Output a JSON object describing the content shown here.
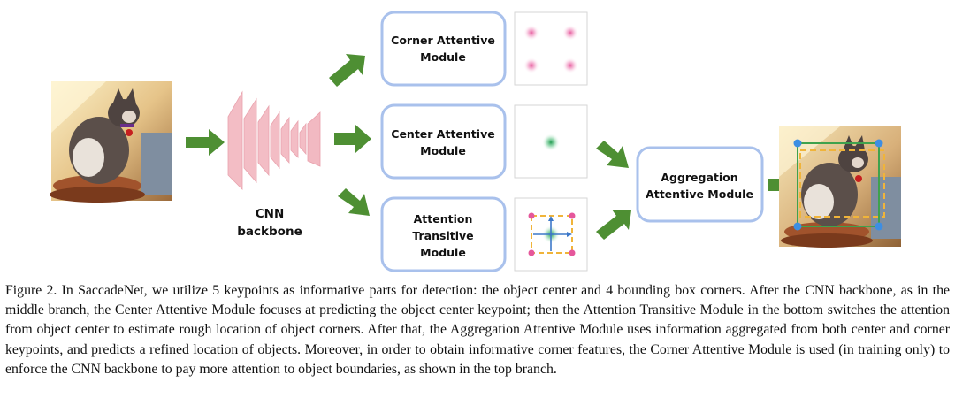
{
  "diagram": {
    "cnn_label_line1": "CNN",
    "cnn_label_line2": "backbone",
    "modules": {
      "corner": [
        "Corner Attentive",
        "Module"
      ],
      "center": [
        "Center Attentive",
        "Module"
      ],
      "transitive": [
        "Attention",
        "Transitive",
        "Module"
      ],
      "aggregation": [
        "Aggregation",
        "Attentive Module"
      ]
    },
    "colors": {
      "module_border": "#a9c1ec",
      "arrow": "#4e8f33",
      "cnn_layers": "#f2b6bf",
      "corner_keypoint": "#e5579b",
      "center_keypoint": "#2ea35a",
      "box_dashed": "#f0b43a",
      "refined_box": "#3fa24d",
      "corner_dot": "#3d8ee3"
    }
  },
  "caption": {
    "text": "Figure 2. In SaccadeNet, we utilize 5 keypoints as informative parts for detection: the object center and 4 bounding box corners. After the CNN backbone, as in the middle branch, the Center Attentive Module focuses at predicting the object center keypoint; then the Attention Transitive Module in the bottom switches the attention from object center to estimate rough location of object corners. After that, the Aggregation Attentive Module uses information aggregated from both center and corner keypoints, and predicts a refined location of objects. Moreover, in order to obtain informative corner features, the Corner Attentive Module is used (in training only) to enforce the CNN backbone to pay more attention to object boundaries, as shown in the top branch."
  }
}
